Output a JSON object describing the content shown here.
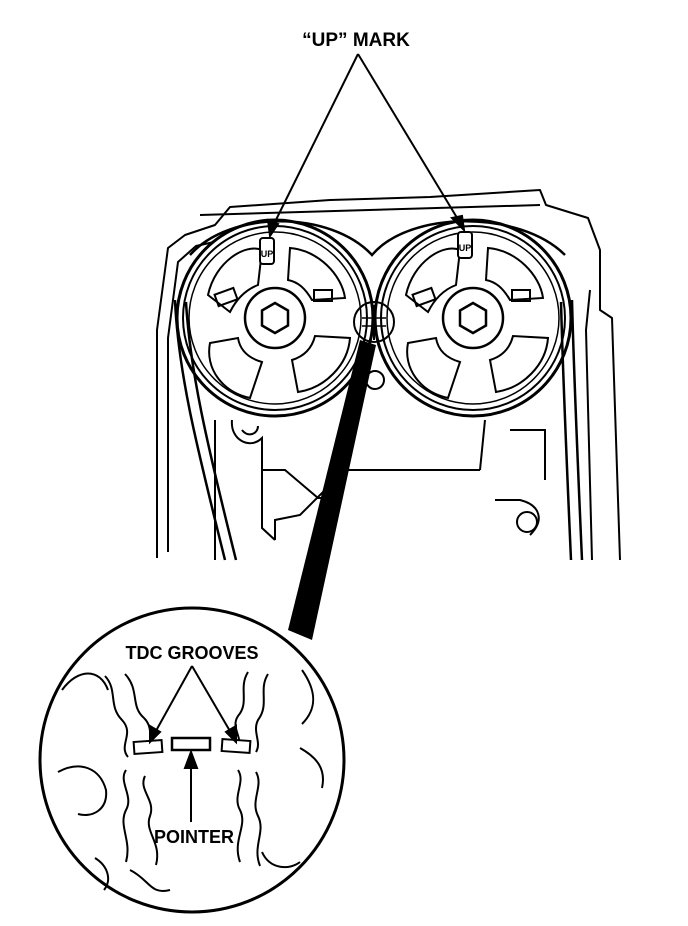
{
  "labels": {
    "up_mark": "“UP” MARK",
    "tdc_grooves": "TDC GROOVES",
    "pointer": "POINTER"
  },
  "pulley_marks": {
    "left": "UP",
    "right": "UP"
  },
  "colors": {
    "ink": "#000000",
    "paper": "#ffffff"
  }
}
